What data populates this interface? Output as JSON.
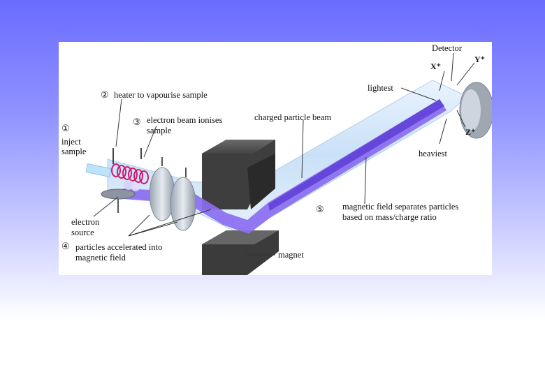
{
  "labels": {
    "step1_num": "①",
    "step1_text_line1": "inject",
    "step1_text_line2": "sample",
    "step2_num": "②",
    "step2_text": "heater to vapourise sample",
    "step3_num": "③",
    "step3_text_line1": "electron beam ionises",
    "step3_text_line2": "sample",
    "step4_num": "④",
    "step4_text_line1": "particles accelerated into",
    "step4_text_line2": "magnetic field",
    "step5_num": "⑤",
    "step5_text_line1": "magnetic field separates particles",
    "step5_text_line2": "based on mass/charge ratio",
    "electron_source_line1": "electron",
    "electron_source_line2": "source",
    "charged_particle_beam": "charged particle beam",
    "magnet": "magnet",
    "detector": "Detector",
    "lightest": "lightest",
    "heaviest": "heaviest",
    "x_plus": "X⁺",
    "y_plus": "Y⁺",
    "z_plus": "Z⁺"
  },
  "colors": {
    "tube": "#cfe6fb",
    "beam": "#8a6cf0",
    "magnet": "#3d3d3d",
    "heater": "#d01a6e"
  }
}
